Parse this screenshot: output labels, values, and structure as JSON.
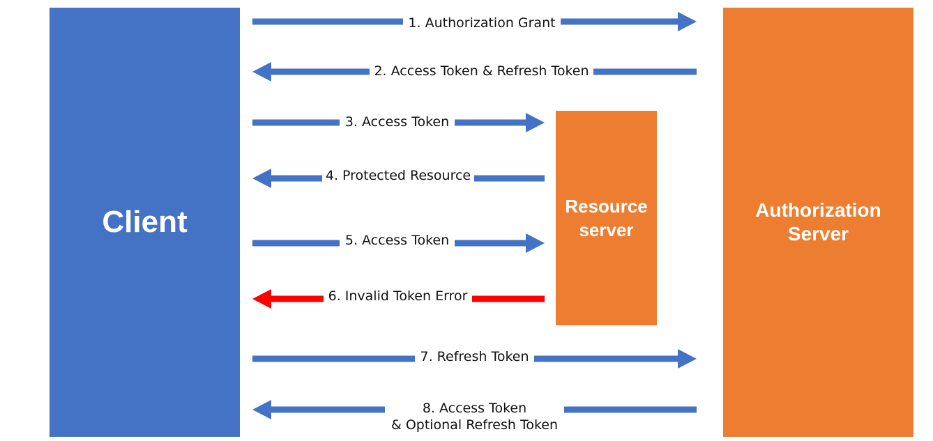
{
  "nodes": {
    "client": "Client",
    "resource_server": "Resource\nserver",
    "authorization_server": "Authorization\nServer"
  },
  "colors": {
    "client": "#4472c4",
    "server": "#ed7d31",
    "arrow": "#4472c4",
    "error_arrow": "#ff0000"
  },
  "messages": [
    {
      "label": "1. Authorization Grant",
      "from": "client",
      "to": "authorization_server"
    },
    {
      "label": "2. Access Token & Refresh Token",
      "from": "authorization_server",
      "to": "client"
    },
    {
      "label": "3. Access Token",
      "from": "client",
      "to": "resource_server"
    },
    {
      "label": "4. Protected Resource",
      "from": "resource_server",
      "to": "client"
    },
    {
      "label": "5. Access Token",
      "from": "client",
      "to": "resource_server"
    },
    {
      "label": "6. Invalid Token Error",
      "from": "resource_server",
      "to": "client",
      "error": true
    },
    {
      "label": "7. Refresh Token",
      "from": "client",
      "to": "authorization_server"
    },
    {
      "label": "8. Access Token\n& Optional Refresh Token",
      "from": "authorization_server",
      "to": "client"
    }
  ]
}
